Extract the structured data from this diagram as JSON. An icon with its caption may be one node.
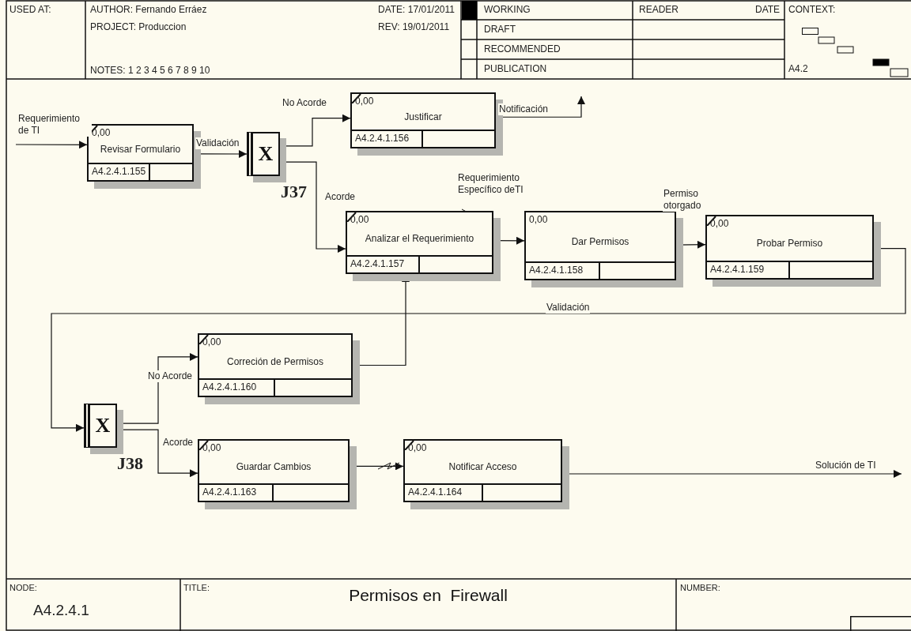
{
  "diagram": {
    "title": "Permisos en  Firewall",
    "nodes": [
      {
        "text": [
          "0,00",
          "Revisar Formulario",
          "A4.2.4.1.155"
        ]
      },
      {
        "text": [
          "X"
        ],
        "beside": [
          "J37"
        ]
      },
      {
        "text": [
          "0,00",
          "Justificar",
          "A4.2.4.1.156"
        ]
      },
      {
        "text": [
          "0,00",
          "Analizar el Requerimiento",
          "A4.2.4.1.157"
        ]
      },
      {
        "text": [
          "0,00",
          "Dar Permisos",
          "A4.2.4.1.158"
        ]
      },
      {
        "text": [
          "0,00",
          "Probar Permiso",
          "A4.2.4.1.159"
        ]
      },
      {
        "text": [
          "X"
        ],
        "beside": [
          "J38"
        ]
      },
      {
        "text": [
          "0,00",
          "Correción de Permisos",
          "A4.2.4.1.160"
        ]
      },
      {
        "text": [
          "0,00",
          "Guardar Cambios",
          "A4.2.4.1.163"
        ]
      },
      {
        "text": [
          "0,00",
          "Notificar Acceso",
          "A4.2.4.1.164"
        ]
      }
    ],
    "edges": [
      {
        "from": null,
        "to": 0,
        "arrow": "to",
        "label": "Requerimiento de TI"
      },
      {
        "from": 0,
        "to": 1,
        "arrow": "to",
        "label": "Validación"
      },
      {
        "from": 1,
        "to": 2,
        "arrow": "to",
        "label": "No Acorde"
      },
      {
        "from": 1,
        "to": 3,
        "arrow": "to",
        "label": "Acorde"
      },
      {
        "from": 2,
        "to": null,
        "arrow": "to",
        "label": "Notificación"
      },
      {
        "from": 3,
        "to": 4,
        "arrow": "to",
        "label": "Requerimiento Específico deTI"
      },
      {
        "from": 4,
        "to": 5,
        "arrow": "to",
        "label": "Permiso otorgado"
      },
      {
        "from": 5,
        "to": 6,
        "arrow": "to",
        "label": "Validación"
      },
      {
        "from": 6,
        "to": 7,
        "arrow": "to",
        "label": "No Acorde"
      },
      {
        "from": 6,
        "to": 8,
        "arrow": "to",
        "label": "Acorde"
      },
      {
        "from": 7,
        "to": 3,
        "arrow": "to"
      },
      {
        "from": 8,
        "to": 9,
        "arrow": "to"
      },
      {
        "from": 9,
        "to": null,
        "arrow": "to",
        "label": "Solución de TI"
      }
    ],
    "labels": [
      "USED AT:",
      "AUTHOR: Fernando Erráez",
      "PROJECT: Produccion",
      "NOTES: 1 2 3 4 5 6 7 8 9 10",
      "DATE: 17/01/2011",
      "REV: 19/01/2011",
      "WORKING",
      "DRAFT",
      "RECOMMENDED",
      "PUBLICATION",
      "READER",
      "DATE",
      "CONTEXT:",
      "A4.2",
      "NODE:",
      "A4.2.4.1",
      "TITLE:",
      "NUMBER:"
    ]
  }
}
